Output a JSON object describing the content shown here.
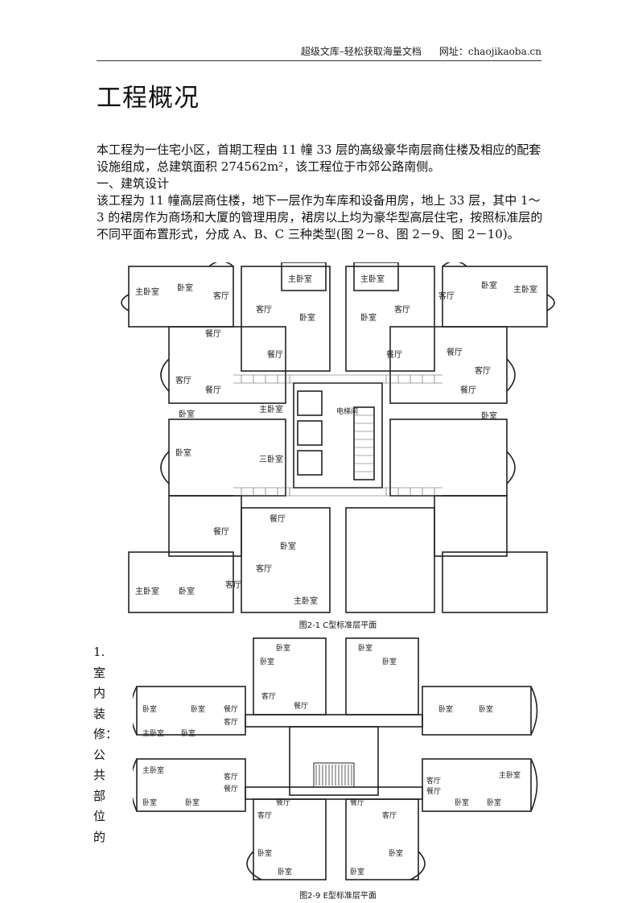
{
  "header": {
    "left": "超级文库–轻松获取海量文档",
    "right": "网址：chaojikaoba.cn"
  },
  "title": "工程概况",
  "paragraphs": {
    "p1": "本工程为一住宅小区，首期工程由 11 幢 33 层的高级豪华南层商住楼及相应的配套设施组成，总建筑面积 274562m²，该工程位于市郊公路南侧。",
    "p2": "一、建筑设计",
    "p3": "该工程为 11 幢高层商住楼，地下一层作为车库和设备用房，地上 33 层，其中 1～3 的裙房作为商场和大厦的管理用房，裙房以上均为豪华型高层住宅，按照标准层的不同平面布置形式，分成 A、B、C 三种类型(图 2－8、图 2－9、图 2－10)。"
  },
  "figure1": {
    "caption": "图2-1 C型标准层平面",
    "rooms": [
      "主卧室",
      "卧室",
      "客厅",
      "餐厅",
      "主卧室",
      "卧室",
      "客厅",
      "餐厅",
      "主卧室",
      "卧室",
      "客厅",
      "餐厅",
      "主卧室",
      "卧室",
      "客厅",
      "餐厅",
      "客厅",
      "餐厅",
      "卧室",
      "卧室",
      "餐厅",
      "客厅",
      "卧室",
      "主卧室",
      "三卧室",
      "卧室",
      "餐厅",
      "客厅",
      "主卧室",
      "卧室",
      "客厅",
      "餐厅",
      "主卧室",
      "电梯间"
    ]
  },
  "side_text": "1.室内装修：公共部位的",
  "figure2": {
    "caption": "图2-9 E型标准层平面",
    "rooms": [
      "卧室",
      "卧室",
      "卧室",
      "卧室",
      "客厅",
      "餐厅",
      "卧室",
      "主卧室",
      "卧室",
      "卧室",
      "餐厅",
      "客厅",
      "主卧室",
      "卧室",
      "卧室",
      "客厅",
      "餐厅",
      "卧室",
      "卧室",
      "客厅",
      "餐厅",
      "主卧室",
      "卧室",
      "卧室",
      "餐厅",
      "客厅",
      "餐厅",
      "客厅",
      "卧室",
      "卧室",
      "卧室",
      "卧室"
    ]
  }
}
